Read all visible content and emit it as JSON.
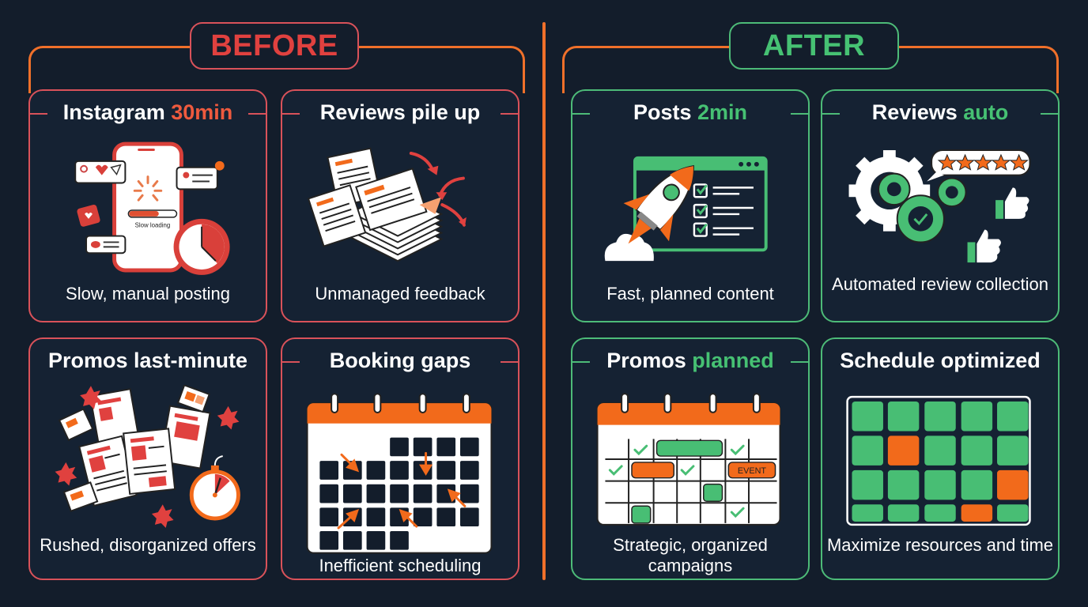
{
  "colors": {
    "background": "#131d2b",
    "bracket": "#f0702a",
    "before_accent": "#e0413f",
    "after_accent": "#46c173",
    "orange": "#f26a1b",
    "green": "#48be74"
  },
  "before": {
    "label": "BEFORE",
    "cards": [
      {
        "title": "Instagram ",
        "accent": "30min",
        "caption": "Slow, manual posting",
        "illustration": "phone-slow-loading-icon",
        "illustration_text": "Slow loading"
      },
      {
        "title": "Reviews pile up",
        "accent": "",
        "caption": "Unmanaged feedback",
        "illustration": "paper-pile-icon"
      },
      {
        "title": "Promos last-minute",
        "accent": "",
        "caption": "Rushed, disorganized offers",
        "illustration": "scattered-flyers-stopwatch-icon"
      },
      {
        "title": "Booking gaps",
        "accent": "",
        "caption": "Inefficient scheduling",
        "illustration": "calendar-gaps-icon"
      }
    ]
  },
  "after": {
    "label": "AFTER",
    "cards": [
      {
        "title": "Posts ",
        "accent": "2min",
        "caption": "Fast, planned content",
        "illustration": "rocket-checklist-icon"
      },
      {
        "title": "Reviews ",
        "accent": "auto",
        "caption": "Automated review collection",
        "illustration": "gears-stars-thumbs-icon"
      },
      {
        "title": "Promos ",
        "accent": "planned",
        "caption": "Strategic, organized campaigns",
        "illustration": "planned-calendar-icon",
        "illustration_text": "EVENT"
      },
      {
        "title": "Schedule optimized",
        "accent": "",
        "caption": "Maximize resources and time",
        "illustration": "schedule-grid-icon"
      }
    ]
  }
}
